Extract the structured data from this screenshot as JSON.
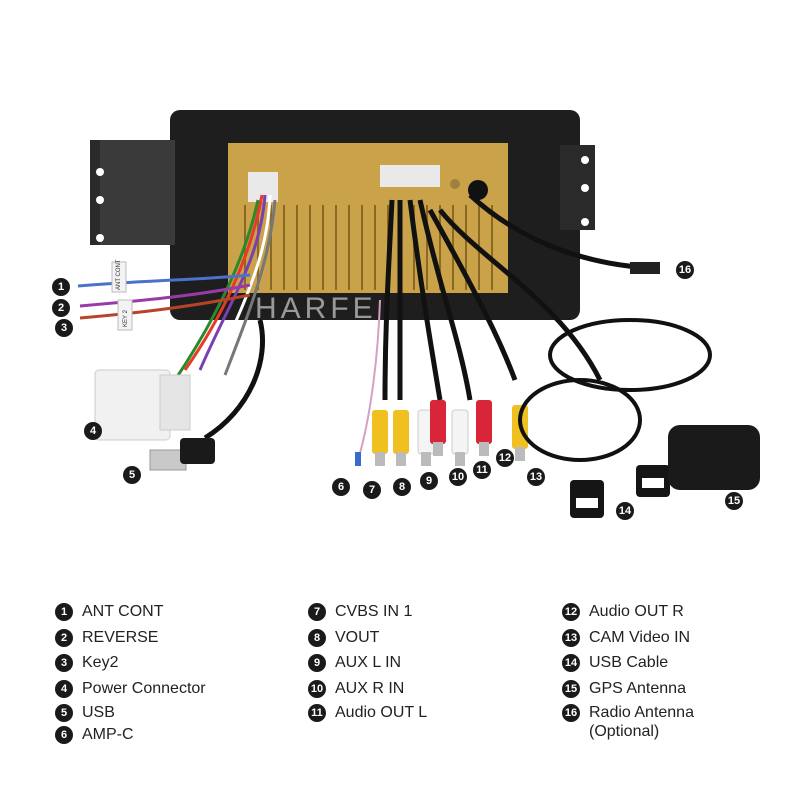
{
  "watermark": "HARFE",
  "legend": [
    {
      "n": "1",
      "label": "ANT CONT"
    },
    {
      "n": "2",
      "label": "REVERSE"
    },
    {
      "n": "3",
      "label": "Key2"
    },
    {
      "n": "4",
      "label": "Power Connector"
    },
    {
      "n": "5",
      "label": "USB"
    },
    {
      "n": "6",
      "label": "AMP-C"
    },
    {
      "n": "7",
      "label": "CVBS IN 1"
    },
    {
      "n": "8",
      "label": "VOUT"
    },
    {
      "n": "9",
      "label": "AUX L IN"
    },
    {
      "n": "10",
      "label": "AUX R IN"
    },
    {
      "n": "11",
      "label": "Audio OUT L"
    },
    {
      "n": "12",
      "label": "Audio OUT R"
    },
    {
      "n": "13",
      "label": "CAM Video IN"
    },
    {
      "n": "14",
      "label": "USB Cable"
    },
    {
      "n": "15",
      "label": "GPS Antenna"
    },
    {
      "n": "16",
      "label": "Radio Antenna",
      "label2": "(Optional)"
    }
  ],
  "cable_tags": [
    "ANT CONT",
    "KEY 2"
  ]
}
